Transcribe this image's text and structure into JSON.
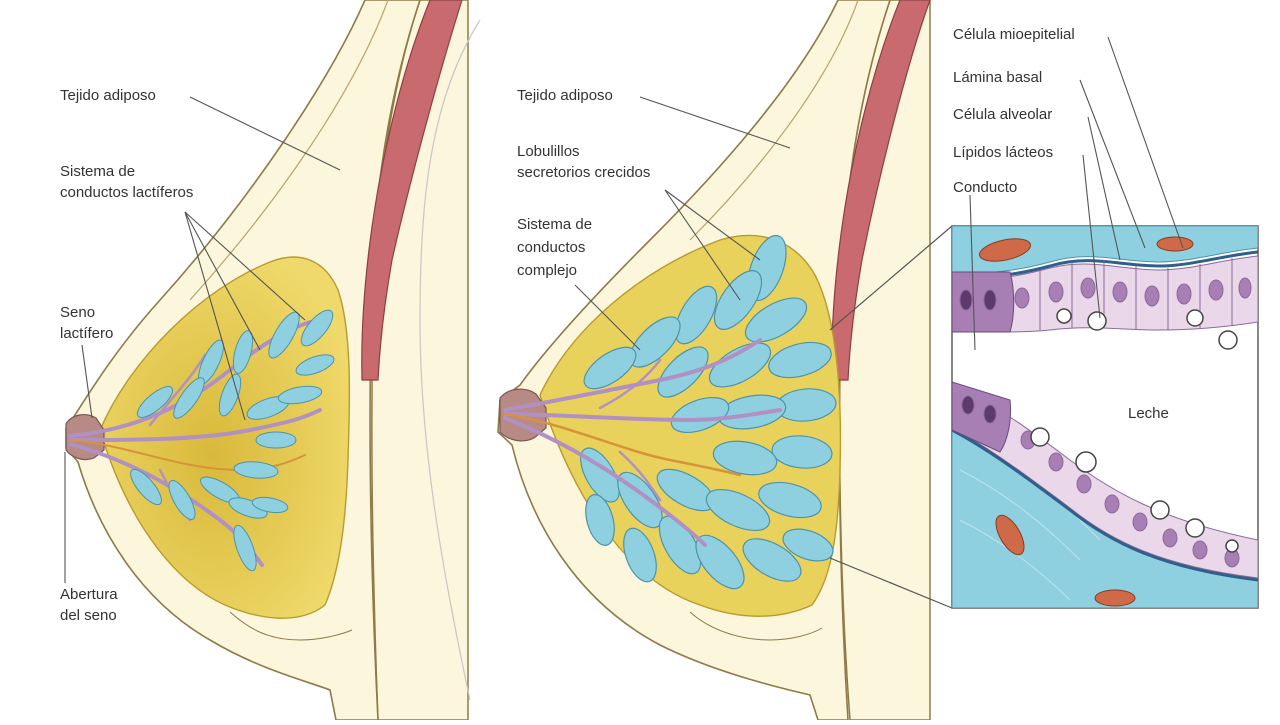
{
  "labels": {
    "left": {
      "tejido_adiposo": "Tejido adiposo",
      "sistema_line1": "Sistema de",
      "sistema_line2": "conductos lactíferos",
      "seno_line1": "Seno",
      "seno_line2": "lactífero",
      "abertura_line1": "Abertura",
      "abertura_line2": "del seno"
    },
    "middle": {
      "tejido_adiposo": "Tejido adiposo",
      "lobulillos_line1": "Lobulillos",
      "lobulillos_line2": "secretorios crecidos",
      "sistema_line1": "Sistema de",
      "sistema_line2": "conductos",
      "sistema_line3": "complejo"
    },
    "inset": {
      "celula_mioepitelial": "Célula mioepitelial",
      "lamina_basal": "Lámina basal",
      "celula_alveolar": "Célula alveolar",
      "lipidos_lacteos": "Lípidos lácteos",
      "conducto": "Conducto",
      "leche": "Leche"
    }
  },
  "colors": {
    "skin_fill": "#fbf6dc",
    "outline": "#8f7a48",
    "muscle": "#c96b6e",
    "gland_yellow": "#e9d25c",
    "lobule_blue": "#8fd0e0",
    "duct_purple": "#b190c4",
    "duct_orange": "#d7933a",
    "inset_blue": "#8fd0e0",
    "cell_pink": "#ead8ea",
    "cell_purple": "#a77fb4",
    "rbc": "#cf6a48",
    "label_text": "#333333"
  }
}
